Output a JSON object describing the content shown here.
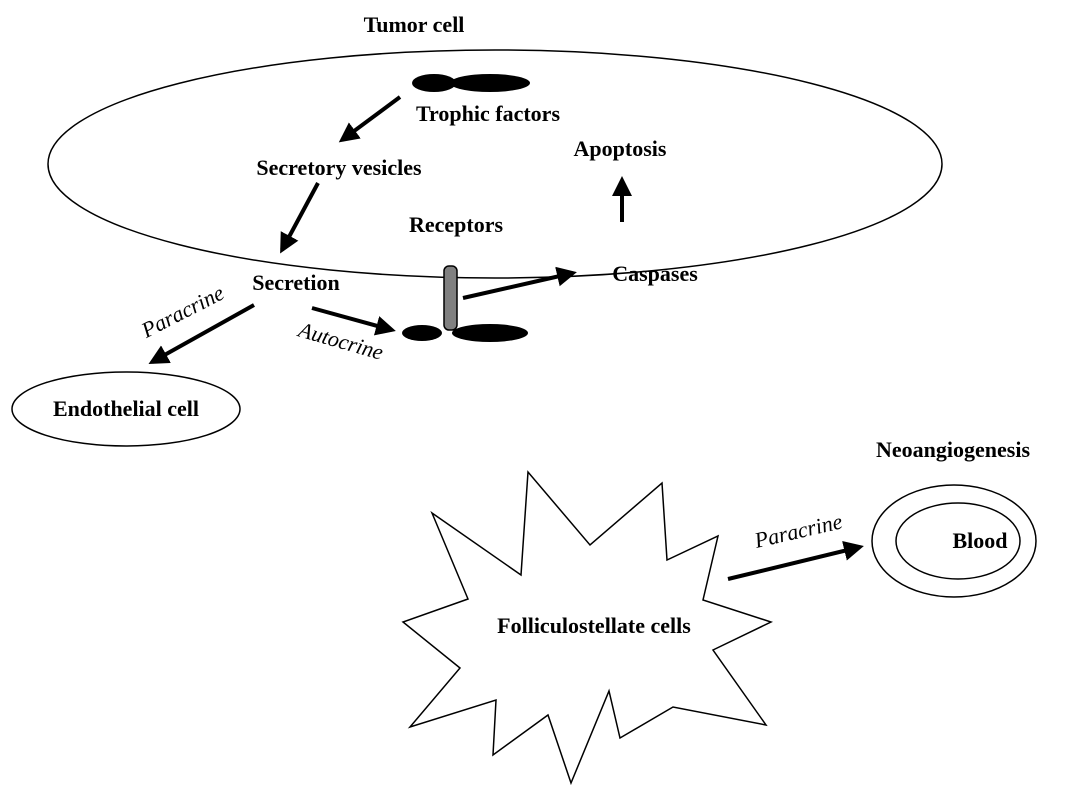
{
  "labels": {
    "tumor_cell": "Tumor cell",
    "trophic_factors": "Trophic factors",
    "secretory_vesicles": "Secretory vesicles",
    "apoptosis": "Apoptosis",
    "receptors": "Receptors",
    "secretion": "Secretion",
    "caspases": "Caspases",
    "paracrine_left": "Paracrine",
    "autocrine": "Autocrine",
    "endothelial_cell": "Endothelial cell",
    "neoangiogenesis": "Neoangiogenesis",
    "paracrine_right": "Paracrine",
    "blood": "Blood",
    "folliculostellate_cells": "Folliculostellate cells"
  },
  "colors": {
    "line": "#000000",
    "receptor_fill": "#808080",
    "background": "#ffffff"
  }
}
